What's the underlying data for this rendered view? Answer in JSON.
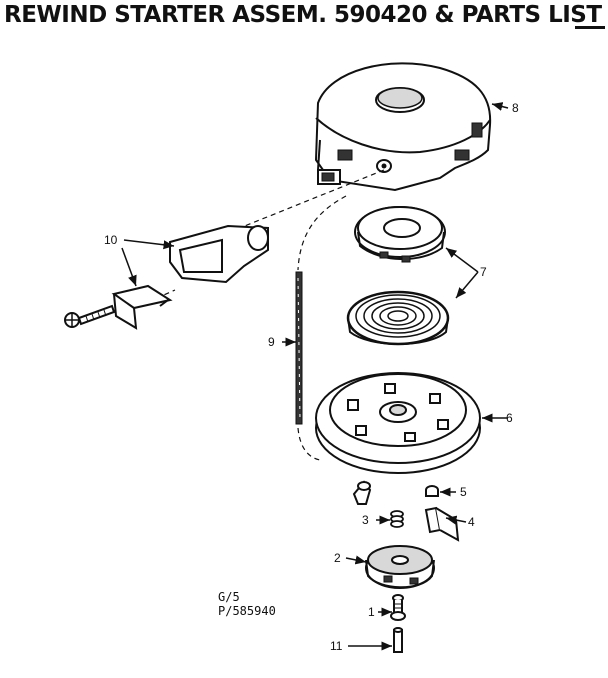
{
  "title": "REWIND STARTER ASSEM. 590420 & PARTS LIST",
  "drawing_codes": {
    "line1": "G/5",
    "line2": "P/585940"
  },
  "callouts": {
    "part_1": "1",
    "part_2": "2",
    "part_3": "3",
    "part_4": "4",
    "part_5": "5",
    "part_6": "6",
    "part_7": "7",
    "part_8": "8",
    "part_9": "9",
    "part_10": "10",
    "part_11": "11"
  },
  "colors": {
    "ink": "#111111",
    "paper": "#ffffff"
  }
}
